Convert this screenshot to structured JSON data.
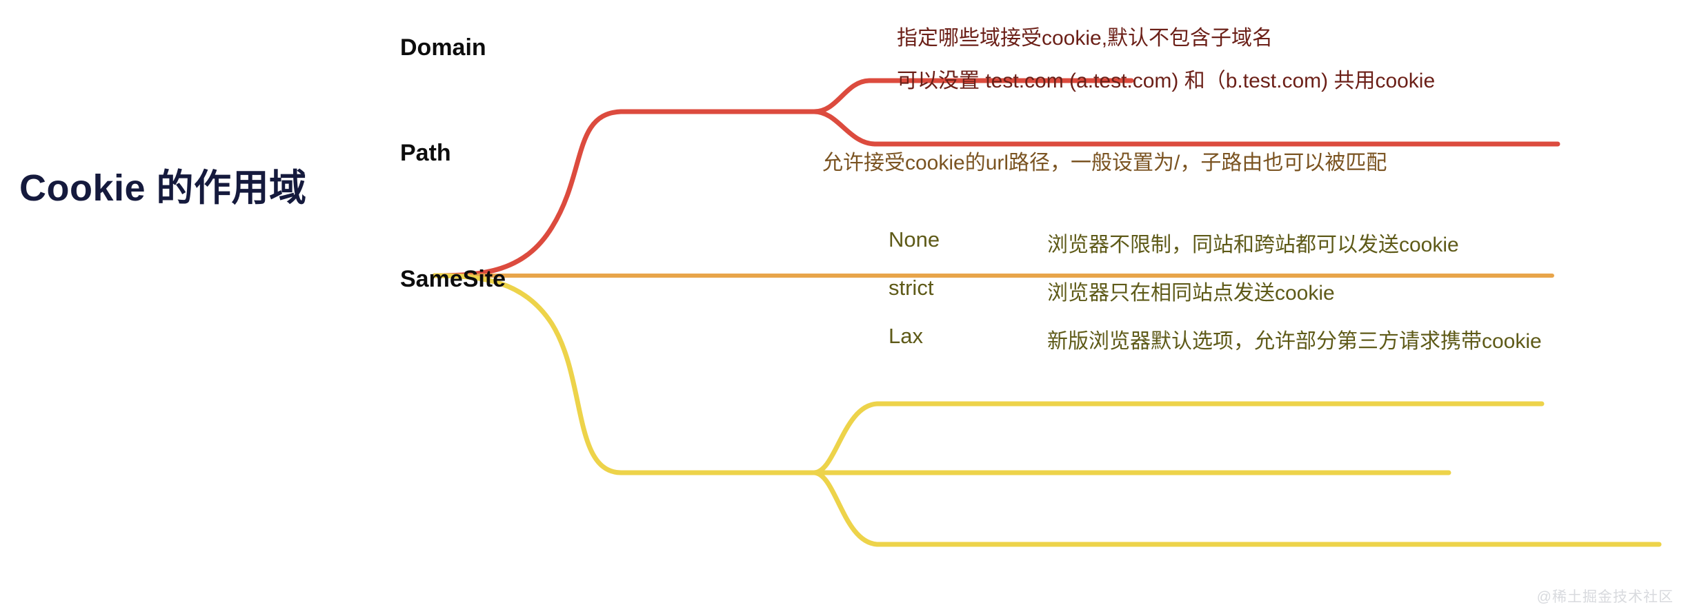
{
  "root": {
    "label": "Cookie 的作用域"
  },
  "branches": [
    {
      "id": "domain",
      "label": "Domain",
      "color": "#DC4B3E",
      "children": [
        {
          "key": "",
          "text": "指定哪些域接受cookie,默认不包含子域名"
        },
        {
          "key": "",
          "text": "可以没置 test.com (a.test.com) 和（b.test.com) 共用cookie"
        }
      ]
    },
    {
      "id": "path",
      "label": "Path",
      "color": "#E8A54A",
      "children": [
        {
          "key": "",
          "text": "允许接受cookie的url路径，一般设置为/，子路由也可以被匹配"
        }
      ]
    },
    {
      "id": "samesite",
      "label": "SameSite",
      "color": "#EDD34A",
      "children": [
        {
          "key": "None",
          "text": "浏览器不限制，同站和跨站都可以发送cookie"
        },
        {
          "key": "strict",
          "text": "浏览器只在相同站点发送cookie"
        },
        {
          "key": "Lax",
          "text": "新版浏览器默认选项，允许部分第三方请求携带cookie"
        }
      ]
    }
  ],
  "watermark": "@稀土掘金技术社区",
  "colors": {
    "background": "#ffffff",
    "root_text": "#151a3d",
    "branch_label": "#0d0d0d",
    "domain_line": "#DC4B3E",
    "domain_text": "#6b1f17",
    "path_line": "#E8A54A",
    "path_text": "#7a5321",
    "samesite_line": "#EDD34A",
    "samesite_text": "#5e5a18",
    "watermark_text": "#d8dade"
  }
}
